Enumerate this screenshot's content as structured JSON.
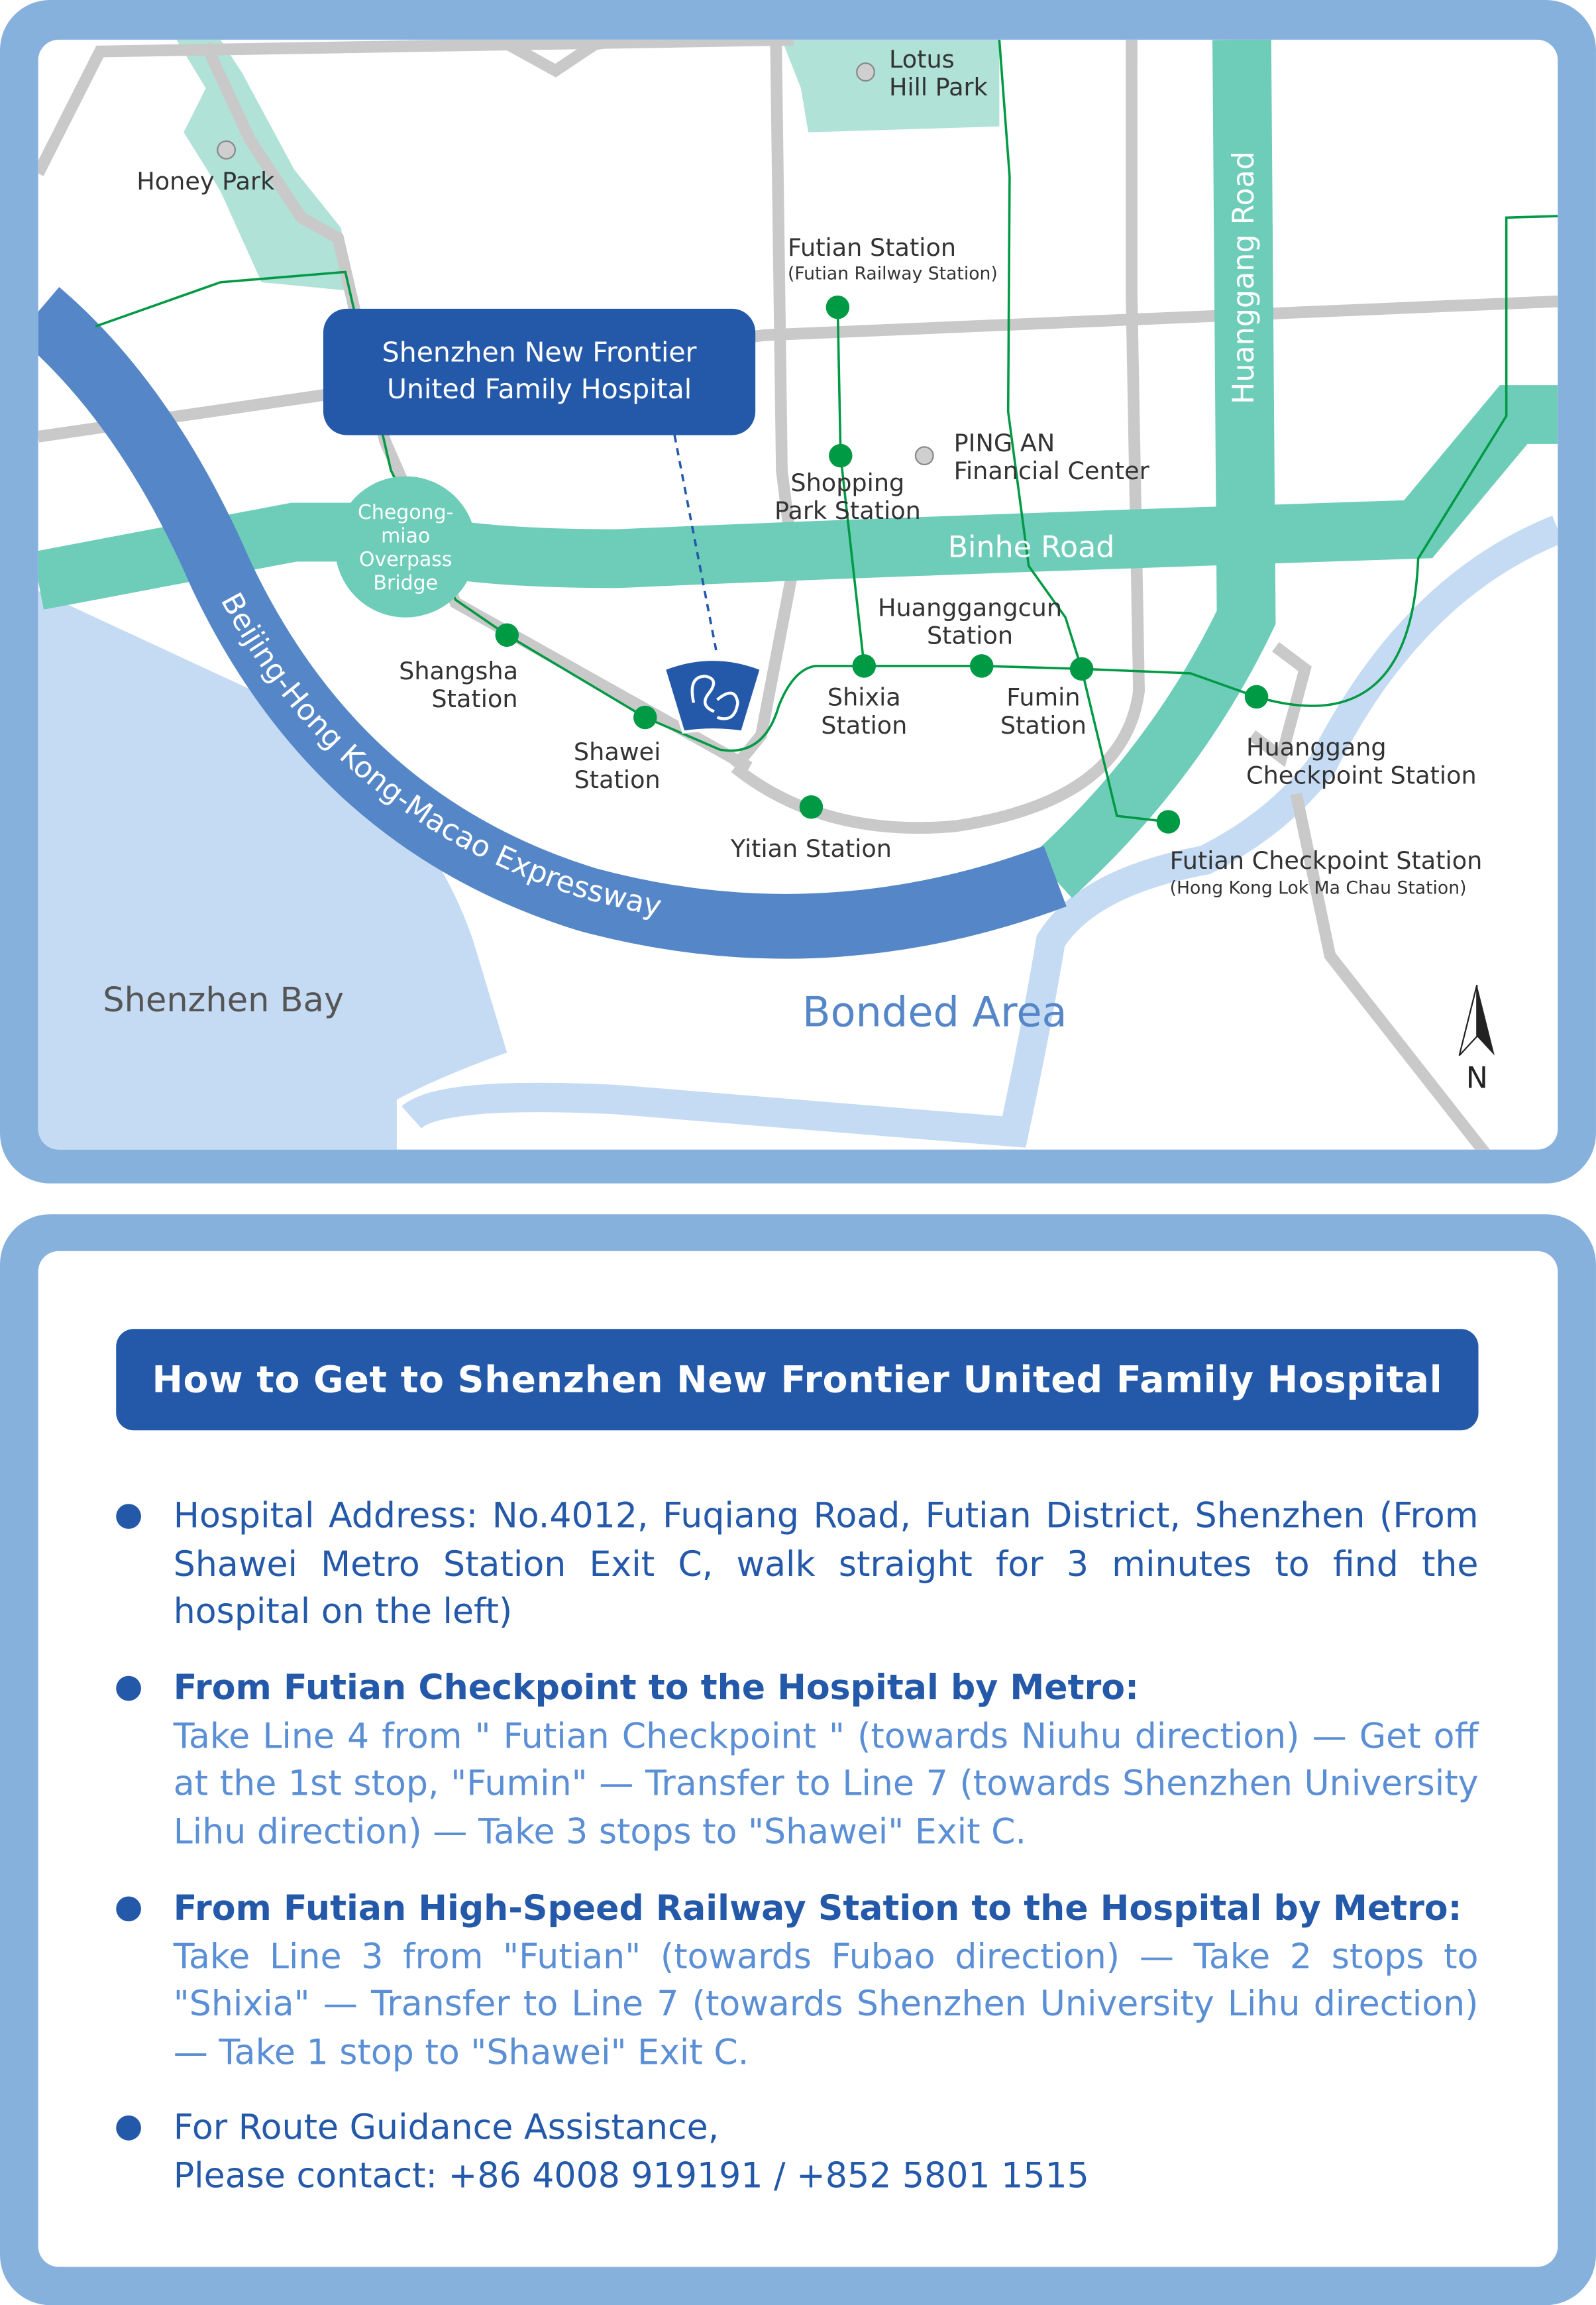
{
  "map": {
    "hospital_label": {
      "line1": "Shenzhen New Frontier",
      "line2": "United Family Hospital"
    },
    "parks": {
      "honey": "Honey Park",
      "lotus_line1": "Lotus",
      "lotus_line2": "Hill Park"
    },
    "landmarks": {
      "pingan_line1": "PING AN",
      "pingan_line2": "Financial Center"
    },
    "roads": {
      "binhe": "Binhe Road",
      "huanggang": "Huanggang Road",
      "expressway": "Beijing-Hong Kong-Macao Expressway"
    },
    "bridge": {
      "line1": "Chegong-",
      "line2": "miao",
      "line3": "Overpass",
      "line4": "Bridge"
    },
    "stations": {
      "futian": "Futian Station",
      "futian_sub": "(Futian Railway Station)",
      "shopping_line1": "Shopping",
      "shopping_line2": "Park Station",
      "huanggangcun_line1": "Huanggangcun",
      "huanggangcun_line2": "Station",
      "shixia_line1": "Shixia",
      "shixia_line2": "Station",
      "fumin_line1": "Fumin",
      "fumin_line2": "Station",
      "shangsha_line1": "Shangsha",
      "shangsha_line2": "Station",
      "shawei_line1": "Shawei",
      "shawei_line2": "Station",
      "yitian": "Yitian Station",
      "hg_checkpoint_line1": "Huanggang",
      "hg_checkpoint_line2": "Checkpoint Station",
      "ft_checkpoint": "Futian Checkpoint Station",
      "ft_checkpoint_sub": "(Hong Kong Lok Ma Chau Station)"
    },
    "areas": {
      "bay": "Shenzhen Bay",
      "bonded": "Bonded Area"
    },
    "north": "N",
    "colors": {
      "metro": "#009944",
      "main_road": "#6dcdb9",
      "expressway": "#5587c8",
      "water": "#c5dbf4",
      "park": "#b0e2d8",
      "road": "#c9c9c9",
      "brand": "#2459aa"
    }
  },
  "guide": {
    "title": "How to Get to Shenzhen New Frontier United Family Hospital",
    "items": [
      {
        "heading": "",
        "text": "Hospital Address: No.4012, Fuqiang Road, Futian District, Shenzhen (From Shawei Metro Station Exit C, walk straight for 3 minutes to find the hospital on the left)"
      },
      {
        "heading": "From Futian Checkpoint to the Hospital by Metro:",
        "text": "Take Line 4 from \" Futian Checkpoint \" (towards Niuhu direction) — Get off at the 1st stop, \"Fumin\" — Transfer to Line 7 (towards Shenzhen University Lihu direction) — Take 3 stops to \"Shawei\" Exit C."
      },
      {
        "heading": "From Futian High-Speed Railway Station to the Hospital by Metro:",
        "text": "Take Line 3 from \"Futian\" (towards Fubao direction) — Take 2 stops to \"Shixia\" — Transfer to Line 7 (towards Shenzhen University Lihu direction) — Take 1 stop to \"Shawei\" Exit C."
      },
      {
        "heading": "",
        "text": "For Route Guidance Assistance,",
        "text2": "Please contact: +86 4008 919191 / +852 5801 1515"
      }
    ]
  }
}
